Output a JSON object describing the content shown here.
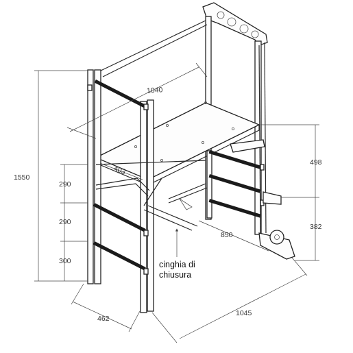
{
  "dimensions": {
    "width_top": "1040",
    "depth_platform": "403",
    "height_total": "1550",
    "rung_1": "290",
    "rung_2": "290",
    "rung_3": "300",
    "right_upper": "498",
    "right_lower": "382",
    "base_side": "850",
    "base_width": "462",
    "base_length": "1045"
  },
  "annotation": {
    "line1": "cinghia di",
    "line2": "chiusura"
  }
}
